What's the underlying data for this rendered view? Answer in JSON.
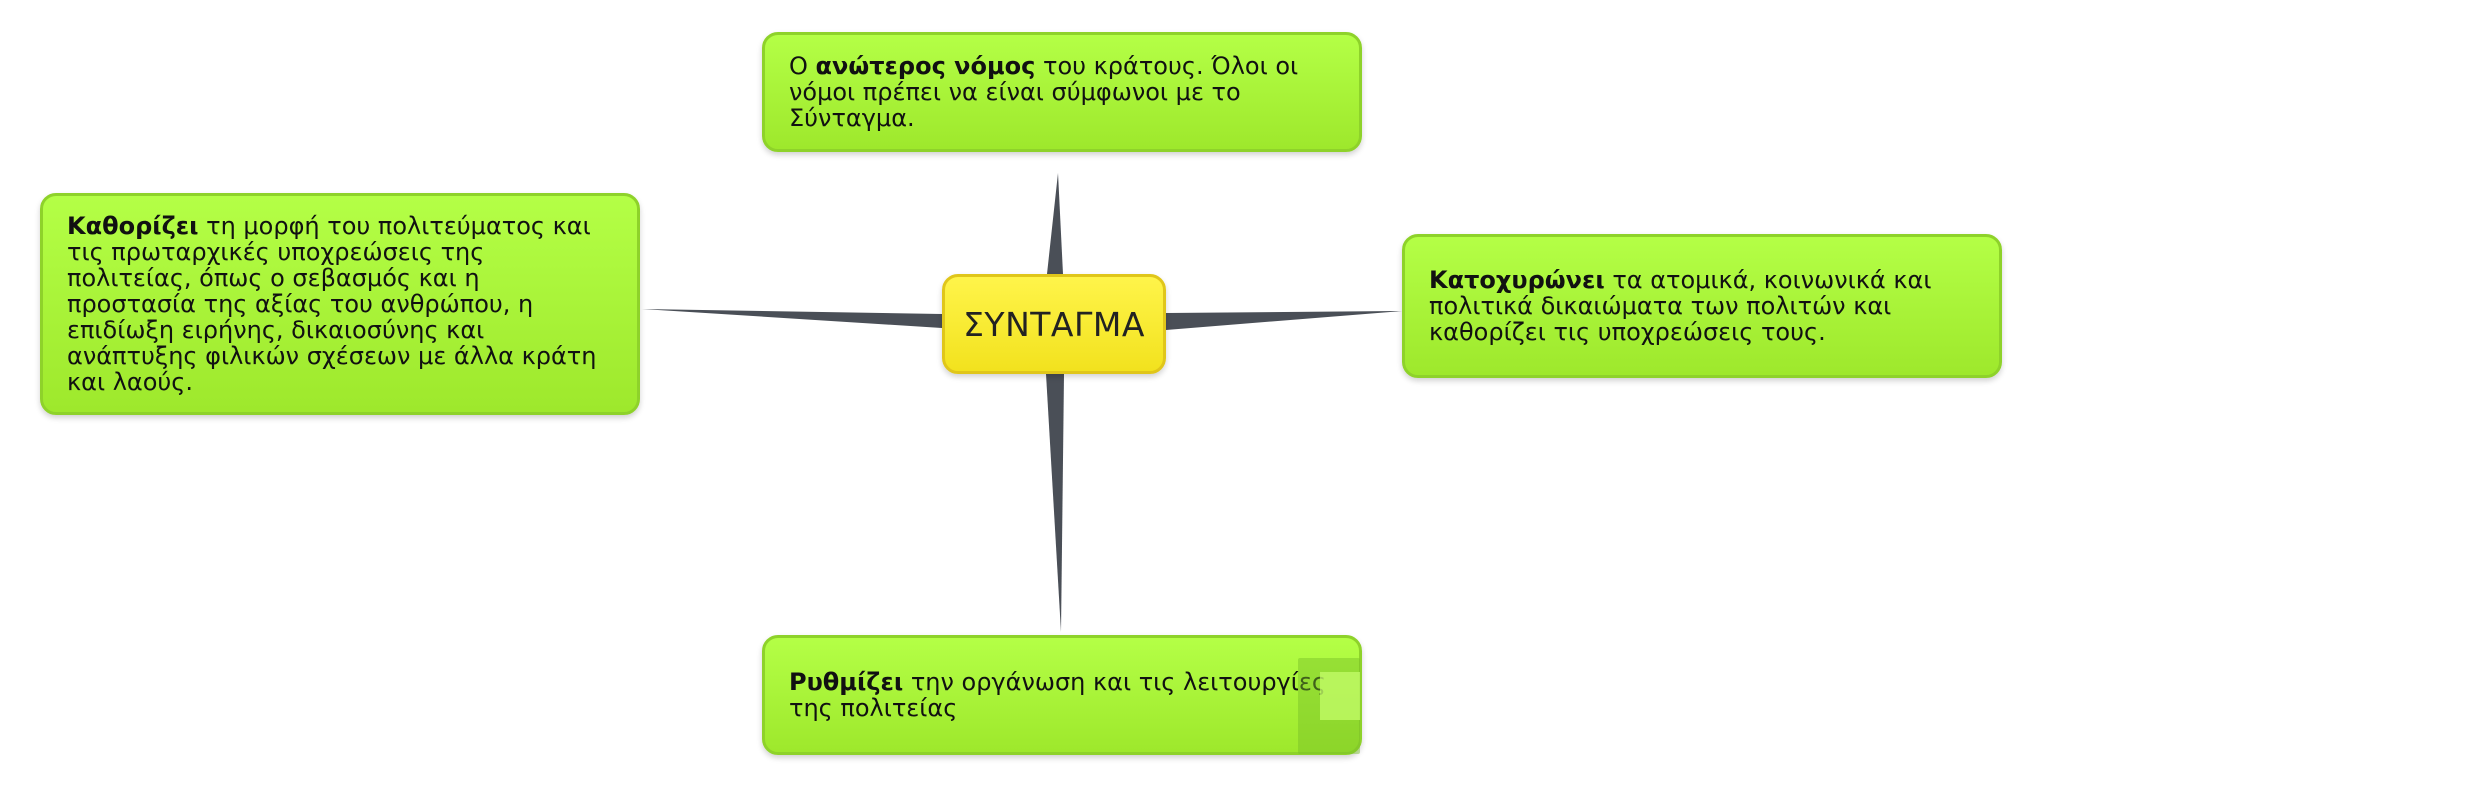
{
  "diagram": {
    "center": {
      "label": "ΣΥΝΤΑΓΜΑ"
    },
    "branches": {
      "top": {
        "bold": "ανώτερος νόμος",
        "prefix": "Ο ",
        "rest": " του κράτους. Όλοι οι νόμοι πρέπει να είναι σύμφωνοι με το Σύνταγμα."
      },
      "left": {
        "bold": "Καθορίζει",
        "rest": " τη μορφή του πολιτεύματος και τις πρωταρχικές υποχρεώσεις της πολιτείας, όπως ο σεβασμός και η προστασία της αξίας του ανθρώπου, η επιδίωξη ειρήνης, δικαιοσύνης και ανάπτυξης φιλικών σχέσεων με άλλα κράτη και λαούς."
      },
      "right": {
        "bold": "Κατοχυρώνει",
        "rest": " τα ατομικά, κοινωνικά και πολιτικά δικαιώματα των πολιτών και καθορίζει τις υποχρεώσεις τους."
      },
      "bottom": {
        "bold": "Ρυθμίζει",
        "rest": " την οργάνωση και τις λειτουργίες της πολιτείας"
      }
    },
    "colors": {
      "branch_fill": "#b4ff46",
      "branch_border": "#8ed22a",
      "center_fill": "#fff44a",
      "center_border": "#e0c61a",
      "connector": "#4a4f57"
    }
  }
}
